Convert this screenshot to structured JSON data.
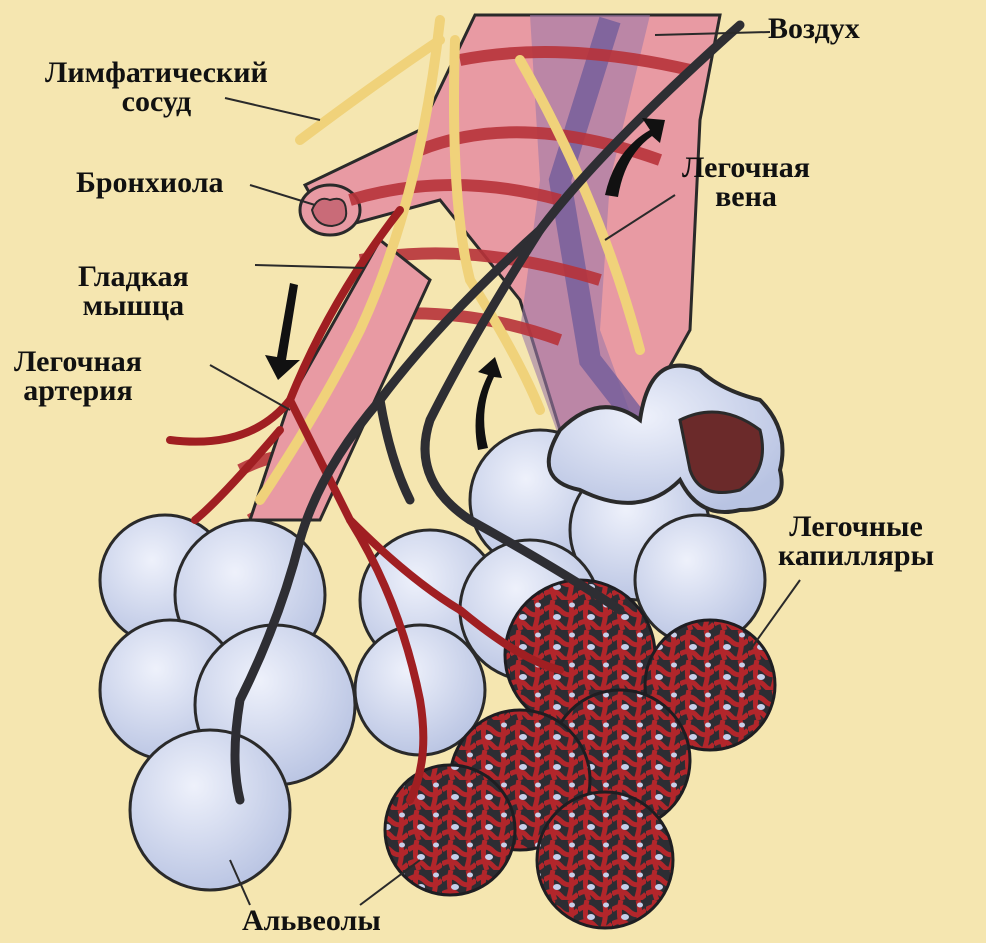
{
  "labels": {
    "air": "Воздух",
    "lymph_vessel": [
      "Лимфатический",
      "сосуд"
    ],
    "bronchiole": "Бронхиола",
    "smooth_muscle": [
      "Гладкая",
      "мышца"
    ],
    "pulmonary_artery": [
      "Легочная",
      "артерия"
    ],
    "pulmonary_vein": [
      "Легочная",
      "вена"
    ],
    "pulmonary_capillaries": [
      "Легочные",
      "капилляры"
    ],
    "alveoli": "Альвеолы"
  },
  "colors": {
    "background": "#f5e6b0",
    "artery": "#a01f22",
    "vein": "#2e2e33",
    "lymph": "#f0d27a",
    "bronchus": "#e8a0a8",
    "muscle": "#b8333a",
    "alveolus": "#d4dcf0",
    "outline": "#2a2a2a"
  }
}
